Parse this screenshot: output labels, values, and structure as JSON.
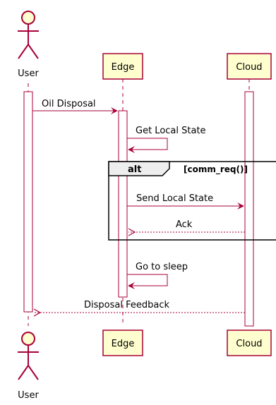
{
  "participants": {
    "user": "User",
    "edge": "Edge",
    "cloud": "Cloud"
  },
  "messages": {
    "oil_disposal": "Oil Disposal",
    "get_local_state": "Get Local State",
    "send_local_state": "Send Local State",
    "ack": "Ack",
    "go_to_sleep": "Go to sleep",
    "disposal_feedback": "Disposal Feedback"
  },
  "fragment": {
    "keyword": "alt",
    "guard": "[comm_req()]"
  },
  "colors": {
    "line": "#A80036",
    "box_fill": "#FEFECE",
    "frame": "#000000",
    "frame_tab": "#EEEEEE"
  }
}
